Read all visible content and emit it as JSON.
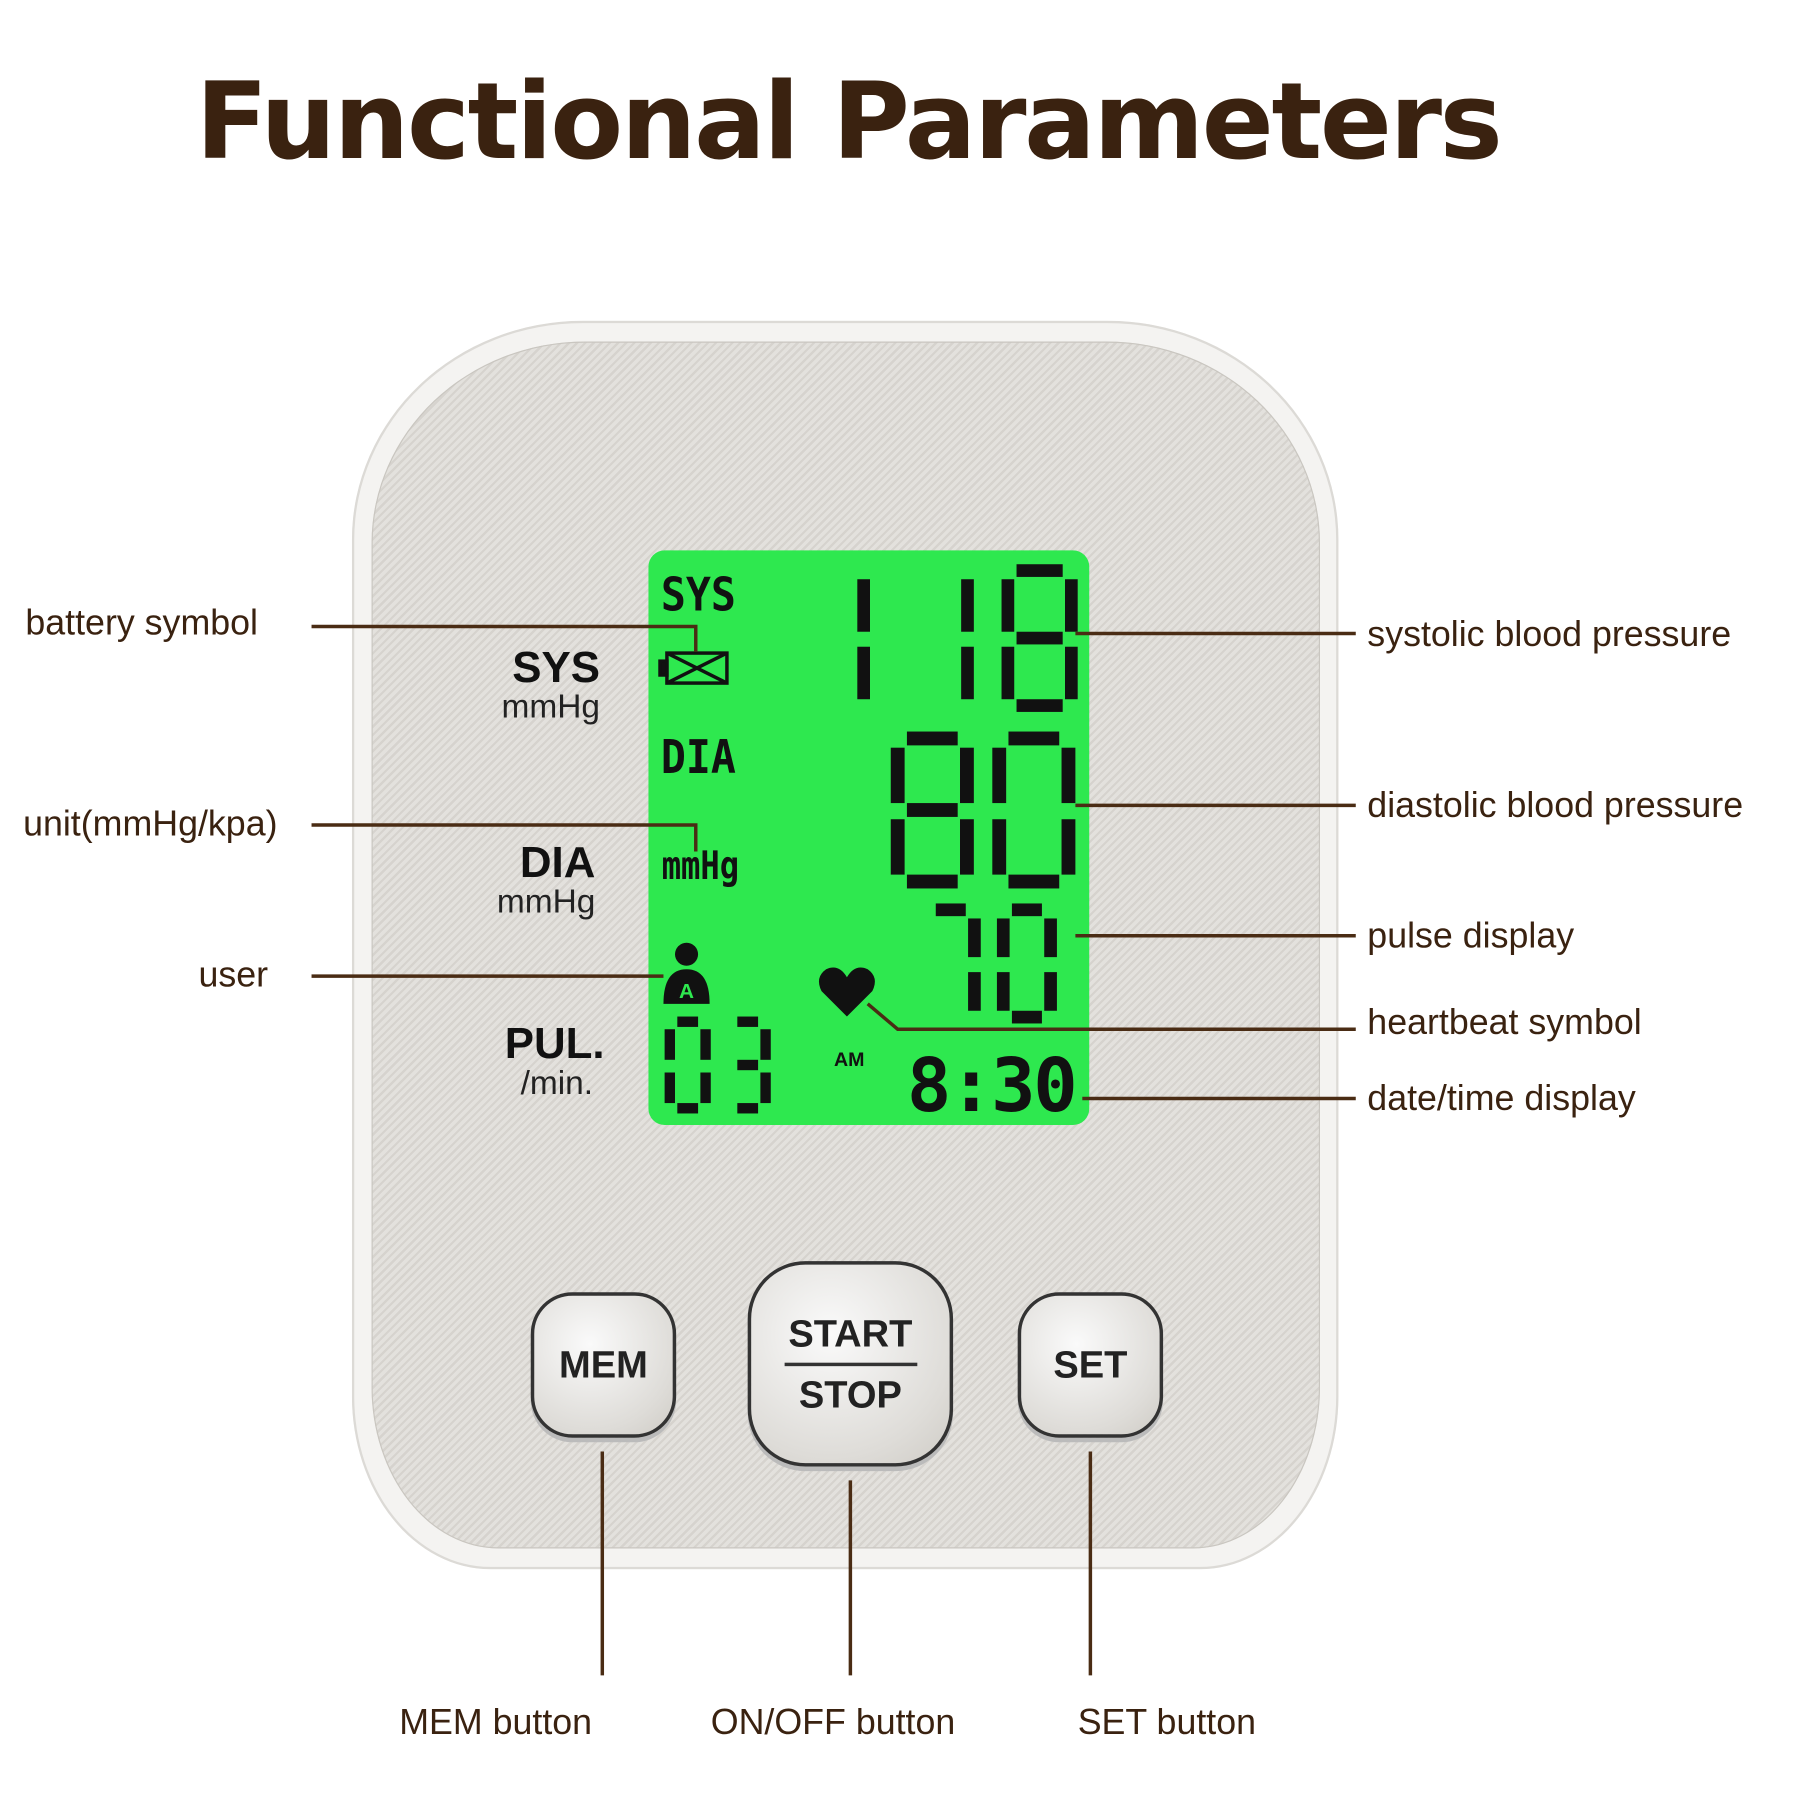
{
  "title": "Functional Parameters",
  "device": {
    "panel_labels": [
      {
        "main": "SYS",
        "unit": "mmHg"
      },
      {
        "main": "DIA",
        "unit": "mmHg"
      },
      {
        "main": "PUL.",
        "unit": "/min."
      }
    ],
    "lcd": {
      "backlight_color": "#2ee84f",
      "sys_label": "SYS",
      "dia_label": "DIA",
      "unit_label": "mmHg",
      "user_letter": "A",
      "am_label": "AM",
      "systolic": "118",
      "diastolic": "80",
      "pulse": "70",
      "memory": "03",
      "time": "8:30",
      "icons": [
        "battery-icon",
        "user-icon",
        "heart-icon"
      ]
    },
    "buttons": {
      "mem": "MEM",
      "start": "START",
      "stop": "STOP",
      "set": "SET"
    }
  },
  "callouts": {
    "battery": "battery symbol",
    "unit": "unit(mmHg/kpa)",
    "user": "user",
    "systolic": "systolic blood pressure",
    "diastolic": "diastolic blood pressure",
    "pulse": "pulse display",
    "heartbeat": "heartbeat symbol",
    "datetime": "date/time display",
    "mem_button": "MEM button",
    "onoff_button": "ON/OFF button",
    "set_button": "SET button"
  },
  "colors": {
    "text": "#3a2210",
    "line": "#4a2c14"
  }
}
